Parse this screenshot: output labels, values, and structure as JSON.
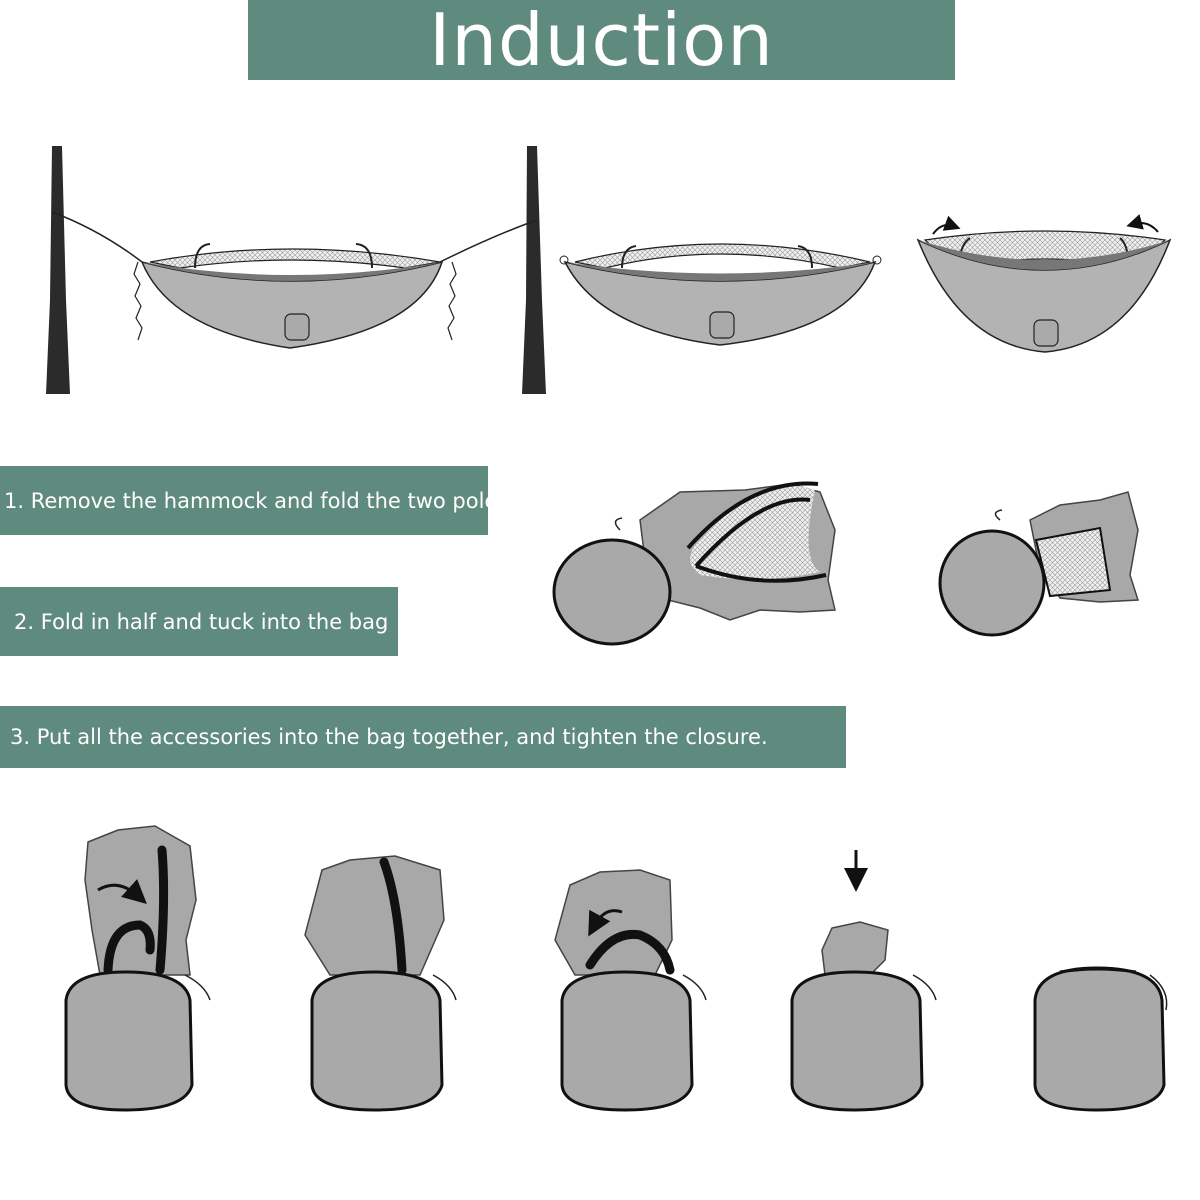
{
  "header": {
    "title": "Induction"
  },
  "steps": [
    {
      "number": "1.",
      "text": "Remove the hammock and fold the two poles"
    },
    {
      "number": "2.",
      "text": "Fold in half and tuck into the bag"
    },
    {
      "number": "3.",
      "text": "Put all the accessories into the bag together, and tighten the closure."
    }
  ],
  "colors": {
    "banner": "#5f8a7e",
    "fabric": "#b3b3b3",
    "fabric_dark": "#8c8c8c",
    "outline": "#111111",
    "tree": "#2b2b2b"
  },
  "illustrations": [
    "hammock-between-trees",
    "hammock-detached",
    "hammock-poles-folded",
    "hammock-folded-in-half",
    "hammock-tucked-into-bag",
    "pack-step-1",
    "pack-step-2",
    "pack-step-3",
    "pack-step-4-push-down",
    "bag-closed"
  ]
}
